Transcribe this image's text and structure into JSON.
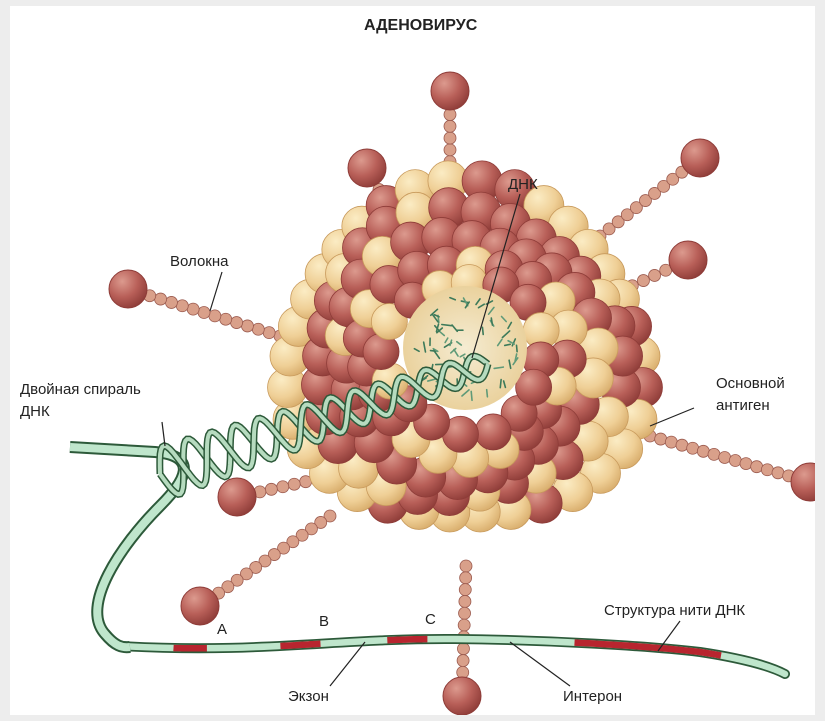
{
  "title": "АДЕНОВИРУС",
  "labels": {
    "dna": "ДНК",
    "fibers": "Волокна",
    "double_helix_line1": "Двойная спираль",
    "double_helix_line2": "ДНК",
    "main_antigen_line1": "Основной",
    "main_antigen_line2": "антиген",
    "strand_structure": "Структура нити ДНК",
    "exon": "Экзон",
    "intron": "Интерон",
    "seg_a": "A",
    "seg_b": "B",
    "seg_c": "C"
  },
  "colors": {
    "capsomer_light": "#efcf96",
    "capsomer_dark": "#b85f58",
    "fiber": "#d59a82",
    "fiber_knob": "#c0625a",
    "core": "#f2e2b2",
    "helix": "#b6dbbf",
    "exon": "#b8252f",
    "intron": "#bfe6cc"
  }
}
